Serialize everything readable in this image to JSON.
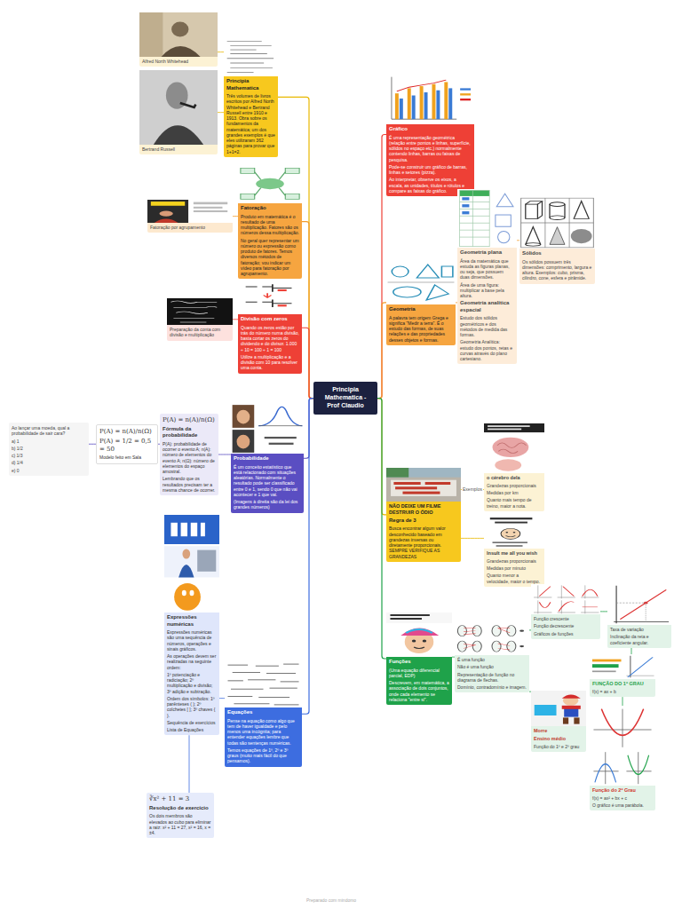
{
  "diagram": {
    "nodes": [
      {
        "text": [
          "Principia Mathematica - Prof Claudio"
        ]
      },
      {
        "text": [
          "Principia Mathematica",
          "Três volumes de livros escritos por Alfred North Whitehead e Bertrand Russell entre 1910 e 1913. Obra sobre os fundamentos da matemática; um dos grandes exemplos é que eles utilizaram 362 páginas para provar que 1+1=2."
        ]
      },
      {
        "text": [
          "Alfred North Whitehead"
        ]
      },
      {
        "text": [
          "Bertrand Russell"
        ]
      },
      {
        "text": [
          "Fatoração",
          "Produto em matemática é o resultado de uma multiplicação. Fatores são os números dessa multiplicação.",
          "No geral quer representar um número ou expressão como produto de fatores. Temos diversos métodos de fatoração; vou indicar um vídeo para fatoração por agrupamento."
        ]
      },
      {
        "text": [
          "Fatoração por agrupamento"
        ]
      },
      {
        "text": [
          "Divisão com zeros",
          "Quando os zeros estão por trás do número numa divisão, basta cortar os zeros do dividendo e do divisor. 1.000 ÷ 10 = 100 ÷ 1 = 100",
          "Utilize a multiplicação e a divisão com 10 para resolver uma conta."
        ]
      },
      {
        "text": [
          "Preparação da conta com divisão e multiplicação"
        ]
      },
      {
        "text": [
          "Probabilidade",
          "É um conceito estatístico que está relacionado com situações aleatórias. Normalmente o resultado pode ser classificado entre 0 e 1, sendo 0 que não vai acontecer e 1 que vai.",
          "(Imagens à direita são da lei dos grandes números)"
        ]
      },
      {
        "text": [
          "P(A) = n(A)/n(Ω)",
          "Fórmula da probabilidade",
          "P(A): probabilidade de ocorrer o evento A; n(A): número de elementos do evento A; n(Ω): número de elementos do espaço amostral.",
          "Lembrando que os resultados precisam ter a mesma chance de ocorrer."
        ]
      },
      {
        "text": [
          "P(A) = n(A)/n(Ω)",
          "P(A) = 1/2 = 0,5 = 50",
          "Modelo feito em Sala"
        ]
      },
      {
        "text": [
          "Ao lançar uma moeda, qual a probabilidade de sair cara?",
          "a) 1",
          "b) 1/2",
          "c) 1/3",
          "d) 1/4",
          "e) 0"
        ]
      },
      {
        "text": [
          "Equações",
          "Pense na equação como algo que tem de haver igualdade e pelo menos uma incógnita; para entender equações lembre que todas são sentenças numéricas.",
          "Temos equações de 1º, 2º e 3º graus (muito mais fácil do que pensamos)."
        ]
      },
      {
        "text": [
          "Expressões numéricas",
          "Expressões numéricas são uma sequência de números, operações e sinais gráficos.",
          "As operações devem ser realizadas na seguinte ordem:",
          "1º potenciação e radiciação; 2º multiplicação e divisão; 3º adição e subtração.",
          "Ordem dos símbolos: 1º parênteses ( ); 2º colchetes [ ]; 3º chaves { }.",
          "Sequência de exercícios",
          "Lista de Equações"
        ]
      },
      {
        "text": [
          "∛x² + 11 = 3",
          "Resolução de exercício",
          "Os dois membros são elevados ao cubo para eliminar a raiz: x² + 11 = 27, x² = 16, x = ±4."
        ]
      },
      {
        "text": [
          "Gráfico",
          "É uma representação geométrica (relação entre pontos e linhas, superfície, sólidos no espaço etc.) normalmente contendo linhas, barras ou faixas de pesquisa.",
          "Pode-se construir um gráfico de barras, linhas e setores (pizza).",
          "Ao interpretar, observe os eixos, a escala, as unidades, títulos e rótulos e compare as faixas do gráfico."
        ]
      },
      {
        "text": [
          "Geometria",
          "A palavra tem origem Grega e significa \"Medir a terra\". É o estudo das formas, de suas relações e das propriedades desses objetos e formas."
        ]
      },
      {
        "text": [
          "Geometria plana",
          "Área da matemática que estuda as figuras planas, ou seja, que possuem duas dimensões.",
          "Área de uma figura: multiplicar a base pela altura.",
          "Geometria analítica espacial",
          "Estudo dos sólidos geométricos e dos métodos de medida das formas.",
          "Geometria Analítica: estudo dos pontos, retas e curvas através do plano cartesiano."
        ]
      },
      {
        "text": [
          "Sólidos",
          "Os sólidos possuem três dimensões: comprimento, largura e altura. Exemplos: cubo, prisma, cilindro, cone, esfera e pirâmide."
        ]
      },
      {
        "text": [
          "NÃO DEIXE UM FILME DESTRUIR O ÓDIO",
          "Regra de 3",
          "Busca encontrar algum valor desconhecido baseado em grandezas inversas ou diretamente proporcionais. SEMPRE VERIFIQUE AS GRANDEZAS"
        ]
      },
      {
        "text": [
          "o cérebro dela",
          "Grandezas proporcionais",
          "Medidas por km",
          "Quanto mais tempo de treino, maior a nota."
        ]
      },
      {
        "text": [
          "Insult me all you wish",
          "Grandezas proporcionais",
          "Medidas por minuto",
          "Quanto menor a velocidade, maior o tempo."
        ]
      },
      {
        "text": [
          "Funções",
          "(Uma equação diferencial parcial, EDP)",
          "Descrevem, em matemática, a associação de dois conjuntos, onde cada elemento se relaciona \"entre si\"."
        ]
      },
      {
        "text": [
          "É uma função",
          "Não é uma função",
          "Representação de função no diagrama de flechas.",
          "Domínio, contradomínio e imagem."
        ]
      },
      {
        "text": [
          "Função crescente",
          "Função decrescente",
          "Gráficos de funções"
        ]
      },
      {
        "text": [
          "Taxa de variação",
          "Inclinação da reta e coeficiente angular."
        ]
      },
      {
        "text": [
          "FUNÇÃO DO 1º GRAU",
          "f(x) = ax + b"
        ]
      },
      {
        "text": [
          "Morre",
          "Ensino médio",
          "Função do 1º e 2º grau"
        ]
      },
      {
        "text": [
          "Função do 2º Grau",
          "f(x) = ax² + bx + c",
          "O gráfico é uma parábola."
        ]
      }
    ],
    "edges": [
      {
        "from": 0,
        "to": 1,
        "arrow": "none"
      },
      {
        "from": 0,
        "to": 4,
        "arrow": "none"
      },
      {
        "from": 0,
        "to": 6,
        "arrow": "none"
      },
      {
        "from": 0,
        "to": 8,
        "arrow": "none"
      },
      {
        "from": 0,
        "to": 12,
        "arrow": "none"
      },
      {
        "from": 0,
        "to": 15,
        "arrow": "none"
      },
      {
        "from": 0,
        "to": 16,
        "arrow": "none"
      },
      {
        "from": 0,
        "to": 19,
        "arrow": "none"
      },
      {
        "from": 0,
        "to": 22,
        "arrow": "none"
      },
      {
        "from": 1,
        "to": 2,
        "arrow": "none"
      },
      {
        "from": 1,
        "to": 3,
        "arrow": "none"
      },
      {
        "from": 4,
        "to": 5,
        "arrow": "none"
      },
      {
        "from": 6,
        "to": 7,
        "arrow": "none"
      },
      {
        "from": 8,
        "to": 9,
        "arrow": "none"
      },
      {
        "from": 9,
        "to": 10,
        "arrow": "none"
      },
      {
        "from": 10,
        "to": 11,
        "arrow": "none"
      },
      {
        "from": 12,
        "to": 13,
        "arrow": "none"
      },
      {
        "from": 13,
        "to": 14,
        "arrow": "none"
      },
      {
        "from": 16,
        "to": 17,
        "arrow": "none"
      },
      {
        "from": 17,
        "to": 18,
        "arrow": "none"
      },
      {
        "from": 19,
        "to": 20,
        "label": "Exemplos",
        "arrow": "none"
      },
      {
        "from": 19,
        "to": 21,
        "arrow": "none"
      },
      {
        "from": 22,
        "to": 23,
        "arrow": "none"
      },
      {
        "from": 23,
        "to": 24,
        "arrow": "none"
      },
      {
        "from": 24,
        "to": 25,
        "arrow": "none"
      },
      {
        "from": 25,
        "to": 26,
        "arrow": "none"
      },
      {
        "from": 26,
        "to": 28,
        "arrow": "none"
      },
      {
        "from": 23,
        "to": 27,
        "arrow": "none"
      }
    ],
    "labels": [
      "Preparado com mindomo"
    ]
  }
}
